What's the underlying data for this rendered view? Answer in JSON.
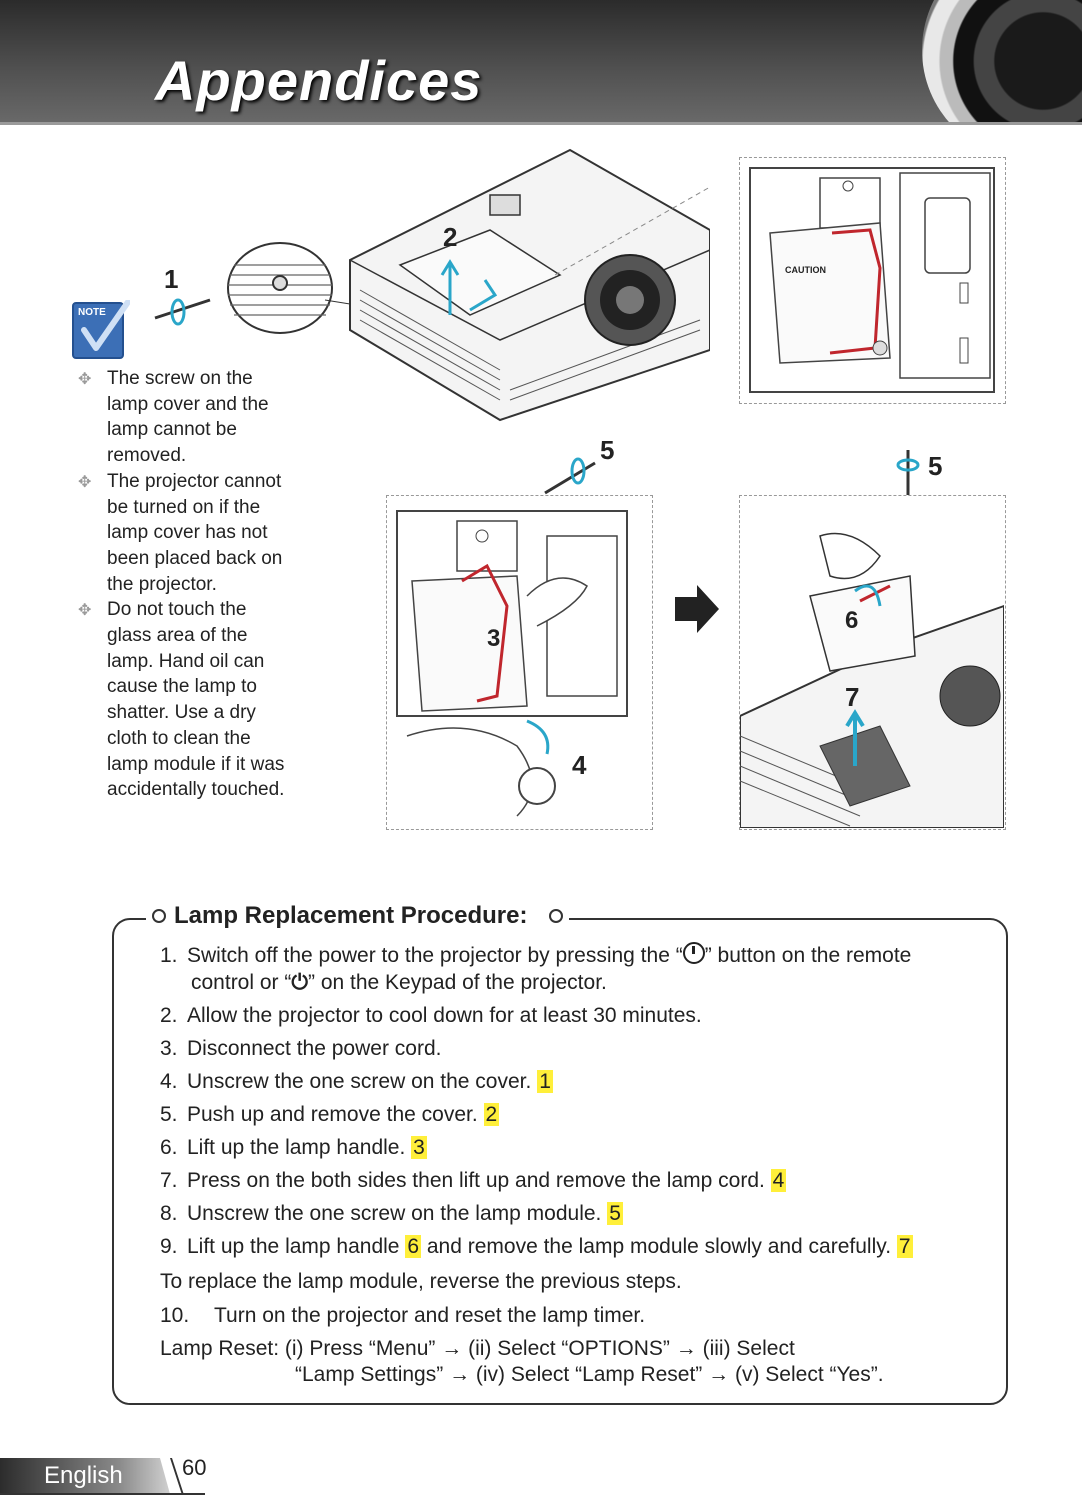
{
  "header": {
    "title": "Appendices"
  },
  "note_icon": {
    "label": "Note",
    "icon": "checkmark-note-icon"
  },
  "notes": [
    "The screw on the lamp cover and the lamp cannot be removed.",
    "The projector cannot be turned on if the lamp cover has not been placed back on the projector.",
    "Do not touch the glass area of the lamp. Hand oil can cause the lamp to shatter. Use a dry cloth to clean the lamp module if it was accidentally touched."
  ],
  "illustration": {
    "callouts": [
      "1",
      "2",
      "3",
      "4",
      "5",
      "5",
      "6",
      "7"
    ],
    "label_caution": "CAUTION"
  },
  "procedure": {
    "title": "Lamp Replacement Procedure:",
    "step1a": "Switch off the power to the projector by pressing the “",
    "step1b": "” button on the remote",
    "step1c": "control or “",
    "step1d": "” on the Keypad of the projector.",
    "step2": "Allow the projector to cool down for at least 30 minutes.",
    "step3": "Disconnect the power cord.",
    "step4": "Unscrew the one screw on the cover.",
    "step4_ref": "1",
    "step5": "Push up and remove the cover.",
    "step5_ref": "2",
    "step6": "Lift up the lamp handle.",
    "step6_ref": "3",
    "step7": "Press on the both sides then lift up and remove the lamp cord.",
    "step7_ref": "4",
    "step8": "Unscrew the one screw on the lamp module.",
    "step8_ref": "5",
    "step9a": "Lift up the lamp handle",
    "step9_ref1": "6",
    "step9b": "and remove the lamp module slowly and carefully.",
    "step9_ref2": "7",
    "replace": "To replace the lamp module, reverse the previous steps.",
    "step10": "Turn on the projector and reset the lamp timer.",
    "reset_a": "Lamp Reset: (i) Press “Menu” → (ii) Select “OPTIONS” → (iii) Select",
    "reset_b": "“Lamp Settings” → (iv) Select “Lamp Reset” → (v) Select “Yes”."
  },
  "footer": {
    "language": "English",
    "page": "60"
  }
}
